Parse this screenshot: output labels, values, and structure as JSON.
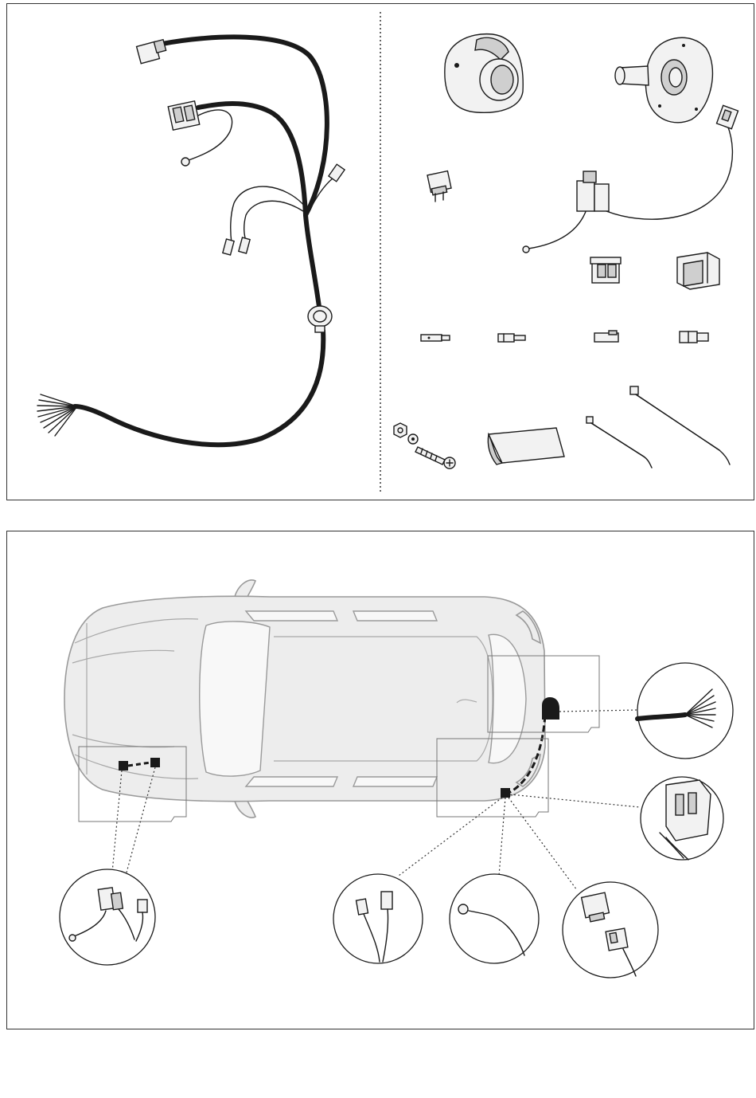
{
  "figure": {
    "panels": [
      "kit-contents",
      "vehicle-installation-diagram"
    ],
    "colors": {
      "line": "#1a1a1a",
      "car_body": "#ededed",
      "car_outline": "#9a9a9a",
      "background": "#ffffff"
    }
  },
  "kit_contents": {
    "items": [
      "main-wiring-harness",
      "trailer-socket-13-pin",
      "socket-mounting-plate",
      "relay",
      "relay-connector-lead",
      "connector-housing-small",
      "connector-housing-large",
      "spade-terminal",
      "bullet-terminal",
      "connector-clip",
      "two-pin-plug",
      "bolt-nut-washer-set",
      "adhesive-sealing-pad",
      "cable-tie-short",
      "cable-tie-long"
    ]
  },
  "installation": {
    "callouts": [
      "wire-ends-detail",
      "multi-pin-connector-detail",
      "relay-and-ring-terminal-detail",
      "two-pin-plugs-detail",
      "ground-ring-terminal-detail",
      "relay-connector-detail"
    ]
  }
}
